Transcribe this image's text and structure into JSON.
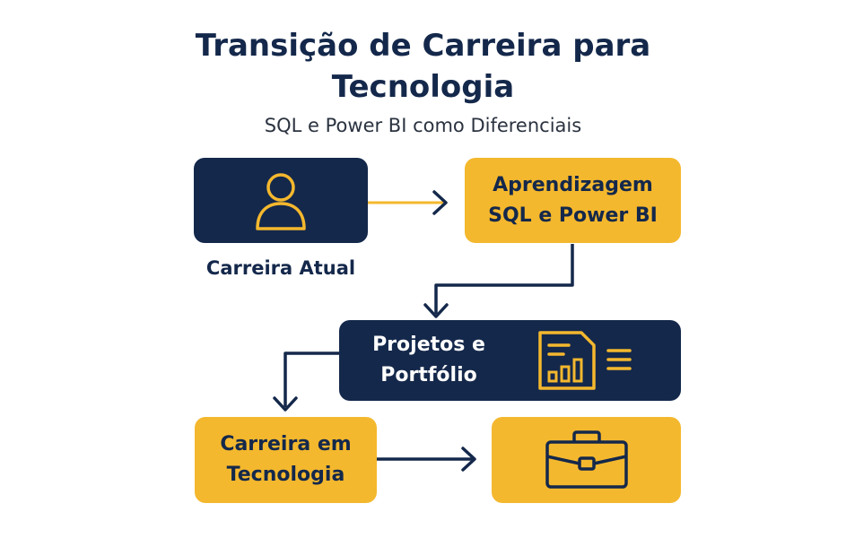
{
  "header": {
    "title_line1": "Transição de Carreira para",
    "title_line2": "Tecnologia",
    "subtitle": "SQL e Power BI como Diferenciais"
  },
  "steps": {
    "current": {
      "label": "Carreira Atual",
      "icon": "person-icon"
    },
    "learning": {
      "line1": "Aprendizagem",
      "line2": "SQL e Power BI"
    },
    "projects": {
      "line1": "Projetos e",
      "line2": "Portfólio",
      "icon": "report-chart-icon"
    },
    "tech": {
      "line1": "Carreira em",
      "line2": "Tecnologia",
      "icon": "briefcase-icon"
    }
  },
  "colors": {
    "navy": "#14284b",
    "gold": "#f4b82e"
  }
}
